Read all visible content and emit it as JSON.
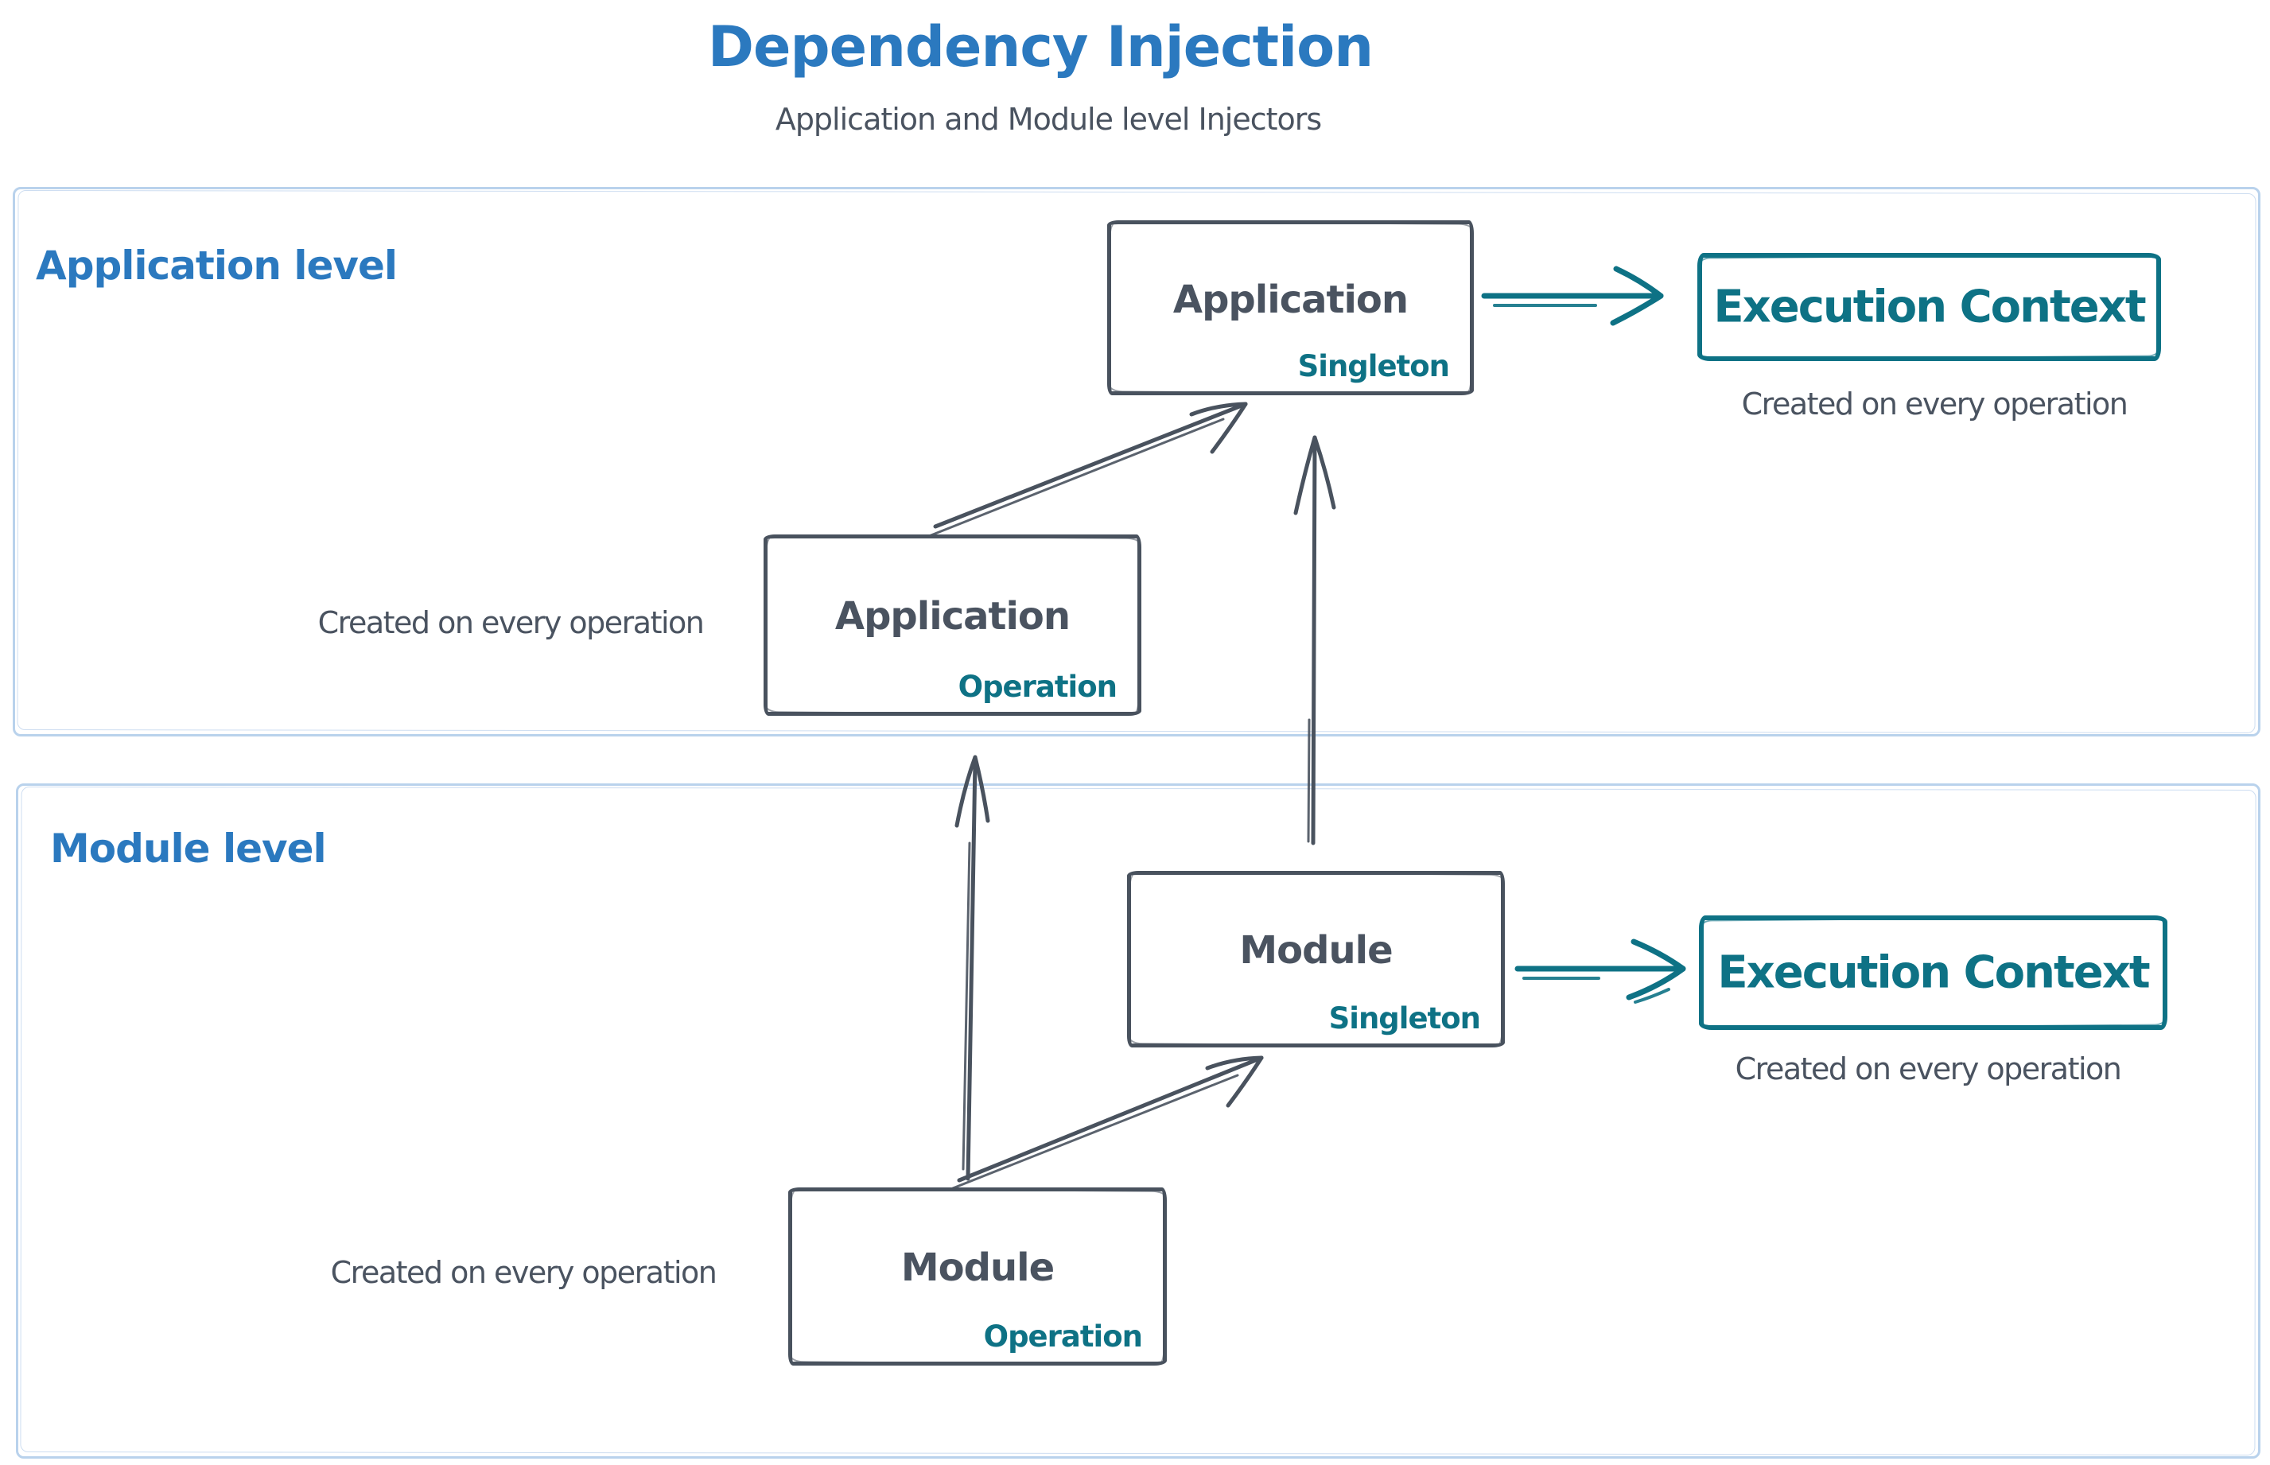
{
  "title": "Dependency Injection",
  "subtitle": "Application and Module level Injectors",
  "colors": {
    "heading_blue": "#2b79bf",
    "teal_accent": "#0e7285",
    "dark_stroke": "#49525e",
    "frame_blue": "#b9d2ec"
  },
  "application": {
    "label": "Application level",
    "singleton_box": {
      "name": "Application",
      "scope": "Singleton"
    },
    "operation_box": {
      "name": "Application",
      "scope": "Operation",
      "caption": "Created on every operation"
    },
    "execution_context": {
      "name": "Execution Context",
      "caption": "Created on every operation"
    }
  },
  "module": {
    "label": "Module level",
    "singleton_box": {
      "name": "Module",
      "scope": "Singleton"
    },
    "operation_box": {
      "name": "Module",
      "scope": "Operation",
      "caption": "Created on every operation"
    },
    "execution_context": {
      "name": "Execution Context",
      "caption": "Created on every operation"
    }
  }
}
